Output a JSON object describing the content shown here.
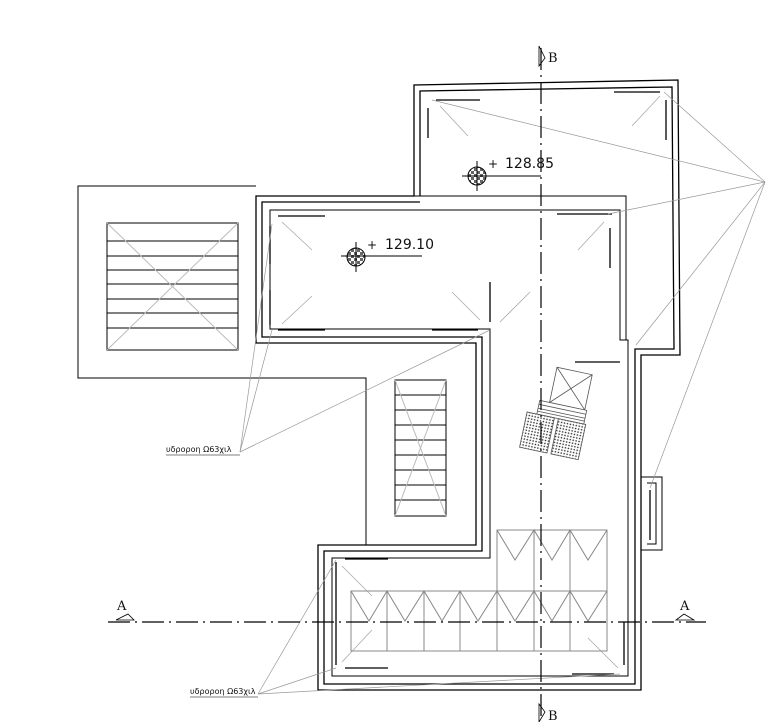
{
  "drawing": {
    "elevations": [
      "128.85",
      "129.10"
    ],
    "section_markers": {
      "a_left": "A",
      "a_right": "A",
      "b_top": "B",
      "b_bottom": "B"
    },
    "gutter_labels": [
      "υδροροη Ω63χιλ",
      "υδροροη Ω63χιλ"
    ],
    "colors": {
      "line": "#000000",
      "leader": "#999999",
      "hatch": "#888888"
    }
  }
}
